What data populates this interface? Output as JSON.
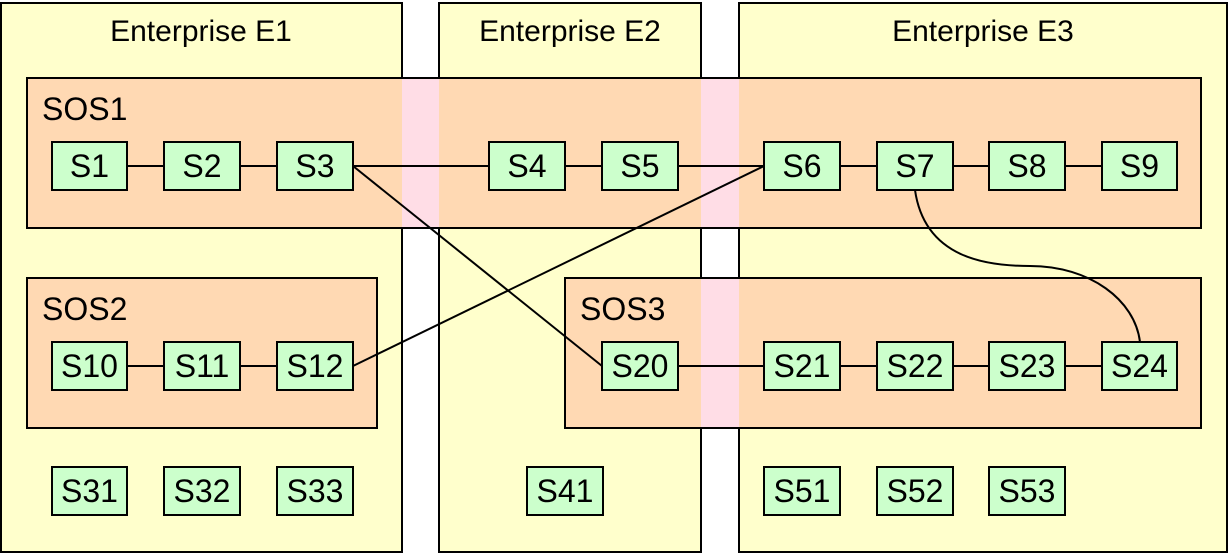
{
  "colors": {
    "enterprise_fill": "#ffffcc",
    "sos_fill": "#ffd9b3",
    "sos_overlap_fill": "#ffdde6",
    "service_fill": "#ccffcc",
    "stroke": "#000000"
  },
  "enterprises": [
    {
      "id": "E1",
      "title": "Enterprise E1"
    },
    {
      "id": "E2",
      "title": "Enterprise E2"
    },
    {
      "id": "E3",
      "title": "Enterprise E3"
    }
  ],
  "sos": [
    {
      "id": "SOS1",
      "title": "SOS1"
    },
    {
      "id": "SOS2",
      "title": "SOS2"
    },
    {
      "id": "SOS3",
      "title": "SOS3"
    }
  ],
  "services": [
    {
      "id": "S1",
      "label": "S1"
    },
    {
      "id": "S2",
      "label": "S2"
    },
    {
      "id": "S3",
      "label": "S3"
    },
    {
      "id": "S4",
      "label": "S4"
    },
    {
      "id": "S5",
      "label": "S5"
    },
    {
      "id": "S6",
      "label": "S6"
    },
    {
      "id": "S7",
      "label": "S7"
    },
    {
      "id": "S8",
      "label": "S8"
    },
    {
      "id": "S9",
      "label": "S9"
    },
    {
      "id": "S10",
      "label": "S10"
    },
    {
      "id": "S11",
      "label": "S11"
    },
    {
      "id": "S12",
      "label": "S12"
    },
    {
      "id": "S20",
      "label": "S20"
    },
    {
      "id": "S21",
      "label": "S21"
    },
    {
      "id": "S22",
      "label": "S22"
    },
    {
      "id": "S23",
      "label": "S23"
    },
    {
      "id": "S24",
      "label": "S24"
    },
    {
      "id": "S31",
      "label": "S31"
    },
    {
      "id": "S32",
      "label": "S32"
    },
    {
      "id": "S33",
      "label": "S33"
    },
    {
      "id": "S41",
      "label": "S41"
    },
    {
      "id": "S51",
      "label": "S51"
    },
    {
      "id": "S52",
      "label": "S52"
    },
    {
      "id": "S53",
      "label": "S53"
    }
  ],
  "connections": [
    [
      "S1",
      "S2"
    ],
    [
      "S2",
      "S3"
    ],
    [
      "S3",
      "S4"
    ],
    [
      "S4",
      "S5"
    ],
    [
      "S5",
      "S6"
    ],
    [
      "S6",
      "S7"
    ],
    [
      "S7",
      "S8"
    ],
    [
      "S8",
      "S9"
    ],
    [
      "S10",
      "S11"
    ],
    [
      "S11",
      "S12"
    ],
    [
      "S20",
      "S21"
    ],
    [
      "S21",
      "S22"
    ],
    [
      "S22",
      "S23"
    ],
    [
      "S23",
      "S24"
    ],
    [
      "S3",
      "S20"
    ],
    [
      "S12",
      "S6"
    ],
    [
      "S7",
      "S24"
    ]
  ]
}
